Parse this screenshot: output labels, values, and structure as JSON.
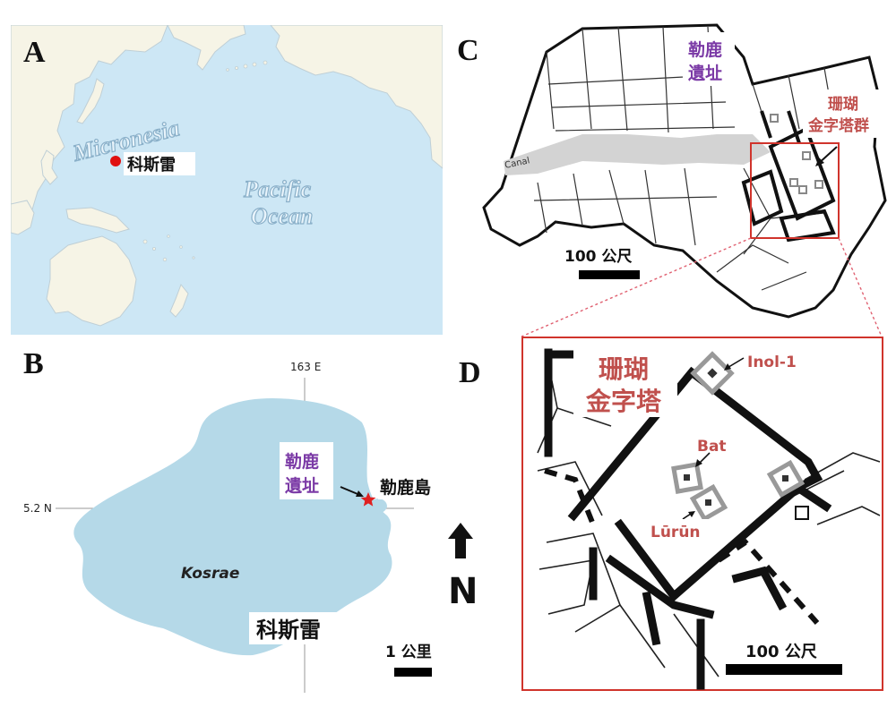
{
  "panels": {
    "a": {
      "letter": "A",
      "label_micronesia": "Micronesia",
      "label_pacific": "Pacific",
      "label_ocean": "Ocean",
      "marker_label": "科斯雷"
    },
    "b": {
      "letter": "B",
      "lon_label": "163 E",
      "lat_label": "5.2 N",
      "site_label_line1": "勒鹿",
      "site_label_line2": "遺址",
      "island_label": "勒鹿島",
      "kosrae_label": "Kosrae",
      "bottom_label": "科斯雷",
      "scale_label": "1 公里",
      "north_label": "N"
    },
    "c": {
      "letter": "C",
      "site_label_line1": "勒鹿",
      "site_label_line2": "遺址",
      "coral_label_line1": "珊瑚",
      "coral_label_line2": "金字塔群",
      "canal_label": "Canal",
      "scale_label": "100 公尺"
    },
    "d": {
      "letter": "D",
      "title_line1": "珊瑚",
      "title_line2": "金字塔",
      "label_inol": "Inol-1",
      "label_bat": "Bat",
      "label_lurun": "Lūrūn",
      "scale_label": "100 公尺"
    }
  },
  "colors": {
    "ocean_a": "#cde7f5",
    "land_a": "#f6f4e6",
    "island_b": "#b5d9e8",
    "purple": "#7b3aa6",
    "red_label": "#c0504d",
    "frame_red": "#d0342c",
    "pyramid_gray": "#999999"
  }
}
